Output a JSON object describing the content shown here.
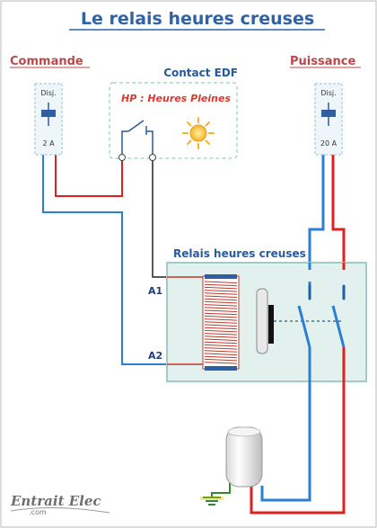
{
  "title": "Le relais heures creuses",
  "sections": {
    "left": "Commande",
    "right": "Puissance"
  },
  "contact": {
    "title": "Contact EDF",
    "subtitle": "HP : Heures Pleines"
  },
  "breakers": {
    "left": {
      "label": "Disj.",
      "rating": "2 A"
    },
    "right": {
      "label": "Disj.",
      "rating": "20 A"
    }
  },
  "relay": {
    "title": "Relais heures creuses",
    "terminal_a1": "A1",
    "terminal_a2": "A2"
  },
  "logo": {
    "main": "Entrait Elec",
    "sub": ".com"
  },
  "colors": {
    "title": "#2f62a8",
    "section": "#b8494a",
    "phase_wire": "#e02020",
    "neutral_wire": "#2a7fd4",
    "control_wire": "#222222",
    "coil": "#c0392b",
    "relay_box": "#e3f1ee",
    "relay_border": "#9fcdc6"
  },
  "icons": [
    "sun-icon",
    "earth-ground-icon",
    "water-heater-icon"
  ]
}
